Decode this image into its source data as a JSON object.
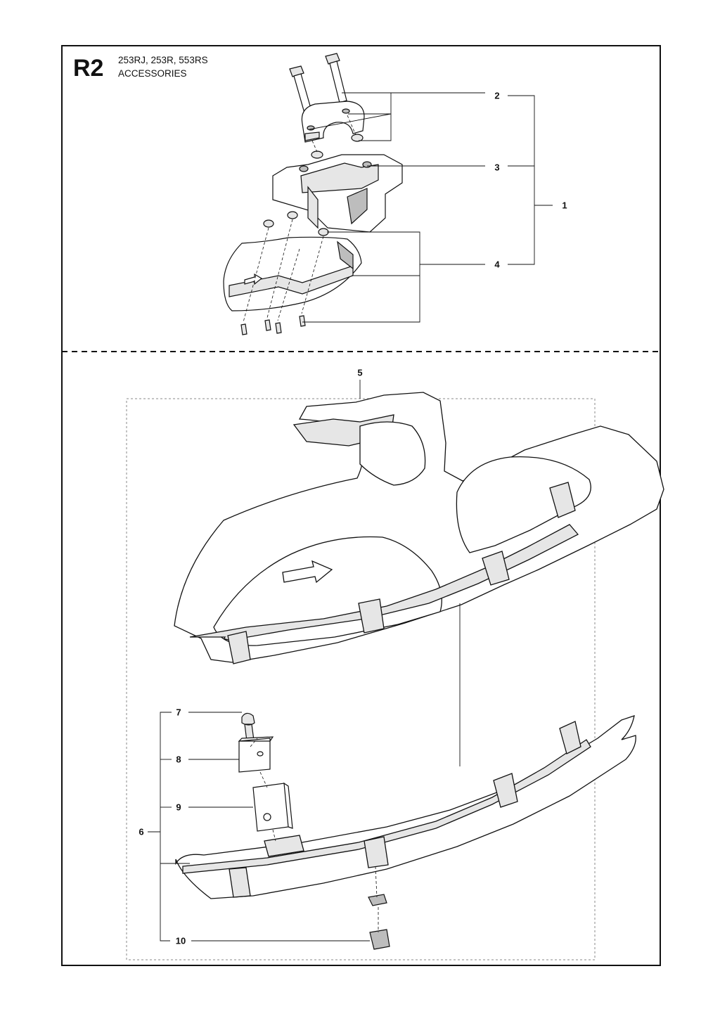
{
  "header": {
    "section_code": "R2",
    "models": "253RJ, 253R, 553RS",
    "caption": "ACCESSORIES"
  },
  "callouts": {
    "c1": "1",
    "c2": "2",
    "c3": "3",
    "c4": "4",
    "c5": "5",
    "c6": "6",
    "c7": "7",
    "c8": "8",
    "c9": "9",
    "c10": "10"
  },
  "colors": {
    "line": "#111111",
    "fill": "#ffffff",
    "shade": "#e6e6e6",
    "dark_shade": "#bdbdbd"
  }
}
